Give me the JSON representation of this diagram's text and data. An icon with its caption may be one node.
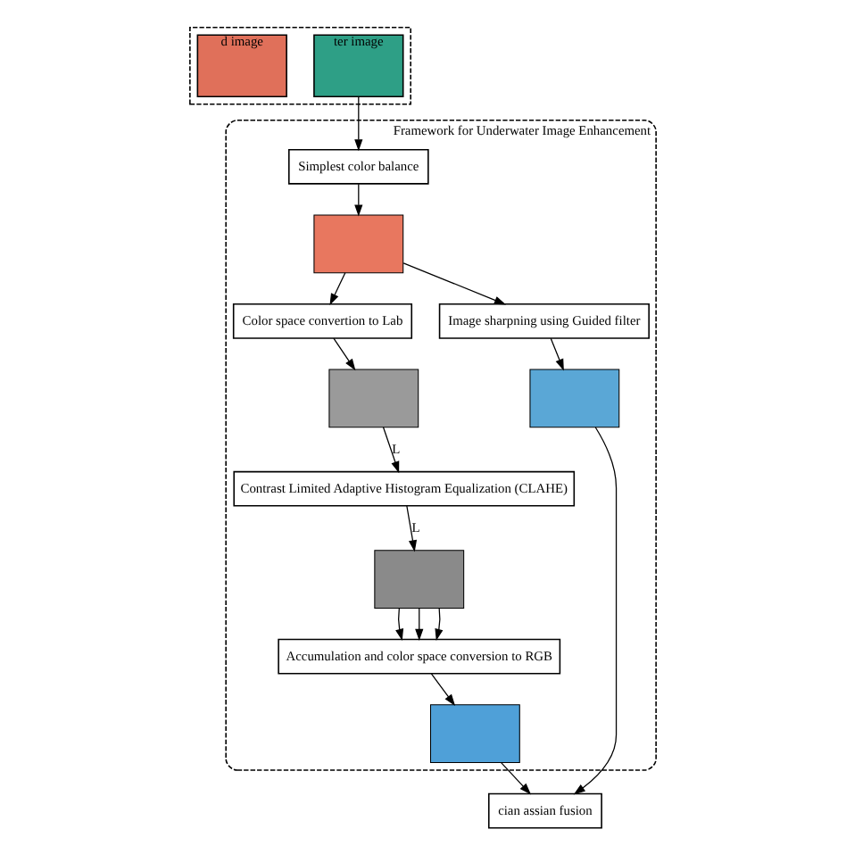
{
  "diagram": {
    "nodes": [
      {
        "text": [
          "Framework for Underwater Image Enhancement"
        ]
      },
      {
        "text": [],
        "shape": "box"
      },
      {
        "text": [
          "ter image"
        ],
        "in": 1
      },
      {
        "text": [
          "d image"
        ],
        "in": 1
      },
      {
        "text": [
          "Simplest color balance"
        ],
        "in": 0
      },
      {
        "text": [],
        "shape": "box",
        "in": 0
      },
      {
        "text": [
          "Color space convertion to Lab"
        ],
        "in": 0
      },
      {
        "text": [],
        "shape": "box",
        "in": 0
      },
      {
        "text": [
          "Image sharpning using Guided filter"
        ],
        "in": 0
      },
      {
        "text": [],
        "shape": "box",
        "in": 0
      },
      {
        "text": [
          "Contrast Limited Adaptive Histogram Equalization (CLAHE)"
        ],
        "in": 0
      },
      {
        "text": [],
        "shape": "box",
        "in": 0
      },
      {
        "text": [
          "cian assian fusion"
        ]
      },
      {
        "text": [
          "Accumulation and color space conversion to RGB"
        ],
        "in": 0
      },
      {
        "text": [],
        "shape": "box",
        "in": 0
      }
    ],
    "edges": [
      {
        "from": 2,
        "to": 4,
        "arrow": "to"
      },
      {
        "from": 4,
        "to": 5,
        "arrow": "to"
      },
      {
        "from": 5,
        "to": 6,
        "arrow": "to"
      },
      {
        "from": 5,
        "to": 8,
        "arrow": "to"
      },
      {
        "from": 6,
        "to": 7,
        "arrow": "to"
      },
      {
        "from": 7,
        "to": 10,
        "arrow": "to",
        "label": "L"
      },
      {
        "from": 8,
        "to": 9,
        "arrow": "to"
      },
      {
        "from": 10,
        "to": 11,
        "arrow": "to",
        "label": "L"
      },
      {
        "from": 9,
        "to": 12,
        "arrow": "to"
      },
      {
        "from": 11,
        "to": 13,
        "arrow": "to"
      },
      {
        "from": 11,
        "to": 13,
        "arrow": "to"
      },
      {
        "from": 11,
        "to": 13,
        "arrow": "to"
      },
      {
        "from": 13,
        "to": 14,
        "arrow": "to"
      },
      {
        "from": 14,
        "to": 12,
        "arrow": "to"
      }
    ]
  }
}
